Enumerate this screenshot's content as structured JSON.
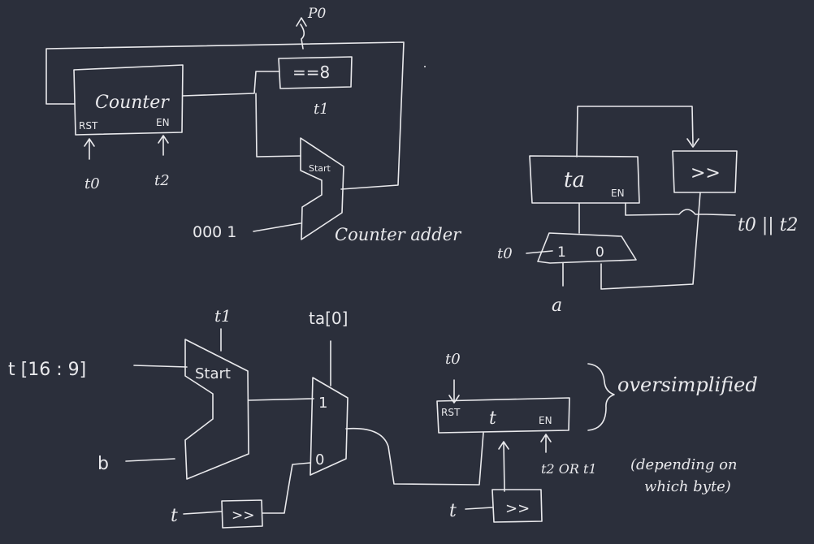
{
  "background_color": "#2b2f3b",
  "ink_color": "#e9e9ec",
  "counter_block": {
    "output_label": "P0",
    "counter_label": "Counter",
    "rst_label": "RST",
    "en_label": "EN",
    "rst_input": "t0",
    "en_input": "t2",
    "compare_label": "==8",
    "compare_output": "t1",
    "adder_label": "Start",
    "adder_const": "000 1",
    "adder_caption": "Counter adder"
  },
  "ta_block": {
    "register_label": "ta",
    "en_label": "EN",
    "shift_label": ">>",
    "en_signal": "t0 || t2",
    "mux_label_1": "1",
    "mux_label_0": "0",
    "mux_select": "t0",
    "mux_input": "a"
  },
  "t_block": {
    "adder_input_top": "t1",
    "adder_input_left": "t [16 : 9]",
    "adder_label": "Start",
    "adder_input_bottom": "b",
    "mux_select": "ta[0]",
    "mux_label_1": "1",
    "mux_label_0": "0",
    "shift_input_left": "t",
    "shift_label_left": ">>",
    "register_rst_input": "t0",
    "register_rst_label": "RST",
    "register_label": "t",
    "register_en_label": "EN",
    "register_en_input": "t2 OR t1",
    "en_note_line1": "(depending on",
    "en_note_line2": "which byte)",
    "shift_input_right": "t",
    "shift_label_right": ">>",
    "brace_note": "oversimplified"
  }
}
